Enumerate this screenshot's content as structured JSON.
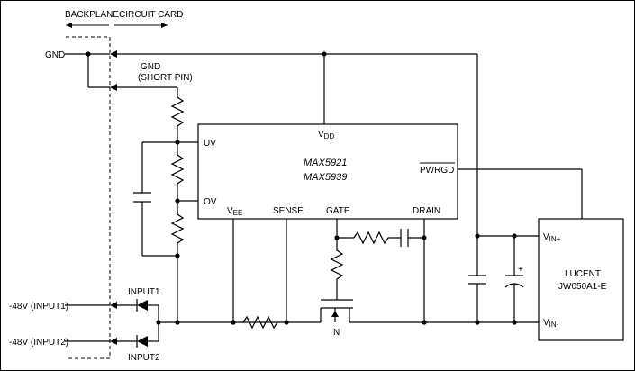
{
  "header": {
    "backplane": "BACKPLANE",
    "circuit_card": "CIRCUIT CARD"
  },
  "labels": {
    "gnd": "GND",
    "gnd_short_1": "GND",
    "gnd_short_2": "(SHORT PIN)",
    "input1": "-48V (INPUT1)",
    "input2": "-48V (INPUT2)",
    "diode1": "INPUT1",
    "diode2": "INPUT2",
    "nfet": "N"
  },
  "ic": {
    "part1": "MAX5921",
    "part2": "MAX5939",
    "pin_uv": "UV",
    "pin_ov": "OV",
    "pin_vdd_main": "V",
    "pin_vdd_sub": "DD",
    "pin_vee_main": "V",
    "pin_vee_sub": "EE",
    "pin_sense": "SENSE",
    "pin_gate": "GATE",
    "pin_drain": "DRAIN",
    "pin_pwrgd": "PWRGD"
  },
  "module": {
    "name1": "LUCENT",
    "name2": "JW050A1-E",
    "vin_plus_main": "V",
    "vin_plus_sub": "IN+",
    "vin_minus_main": "V",
    "vin_minus_sub": "IN-",
    "cap_plus": "+"
  }
}
